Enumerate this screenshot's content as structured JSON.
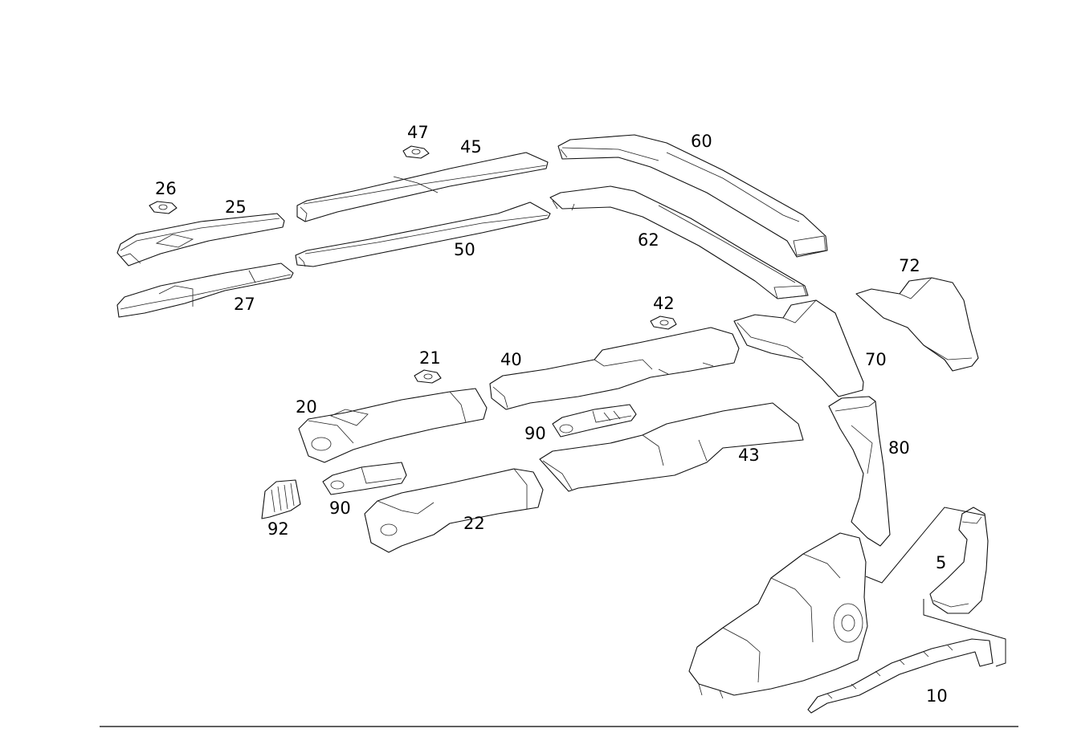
{
  "diagram": {
    "labels": {
      "p5": "5",
      "p10": "10",
      "p20": "20",
      "p21": "21",
      "p22": "22",
      "p25": "25",
      "p26": "26",
      "p27": "27",
      "p40": "40",
      "p42": "42",
      "p43": "43",
      "p45": "45",
      "p47": "47",
      "p50": "50",
      "p60": "60",
      "p62": "62",
      "p70": "70",
      "p72": "72",
      "p80": "80",
      "p90a": "90",
      "p90b": "90",
      "p92": "92"
    },
    "colors": {
      "line": "#111111",
      "background": "#ffffff"
    }
  }
}
